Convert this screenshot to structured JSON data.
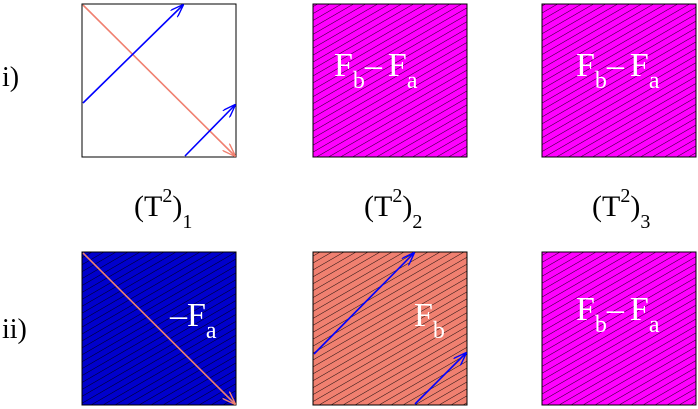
{
  "colors": {
    "blue": "#0000ff",
    "salmon": "#f08070",
    "magenta": "#ff00ff",
    "navy_fill": "#0000cc",
    "white_text": "#ffffff",
    "black": "#000000"
  },
  "rows": [
    {
      "label": "i)"
    },
    {
      "label": "ii)"
    }
  ],
  "tori": [
    {
      "base": "(T",
      "sup": "2",
      "close": ")",
      "sub": "1"
    },
    {
      "base": "(T",
      "sup": "2",
      "close": ")",
      "sub": "2"
    },
    {
      "base": "(T",
      "sup": "2",
      "close": ")",
      "sub": "3"
    }
  ],
  "panels": {
    "r1c1": {
      "fill": "white"
    },
    "r1c2": {
      "fill": "magenta",
      "label": {
        "a": "F",
        "a_sub": "b",
        "dash": "–",
        "b": "F",
        "b_sub": "a"
      }
    },
    "r1c3": {
      "fill": "magenta",
      "label": {
        "a": "F",
        "a_sub": "b",
        "dash": "–",
        "b": "F",
        "b_sub": "a"
      }
    },
    "r2c1": {
      "fill": "blue",
      "label": {
        "a": "–F",
        "a_sub": "a"
      }
    },
    "r2c2": {
      "fill": "salmon",
      "label": {
        "a": "F",
        "a_sub": "b"
      }
    },
    "r2c3": {
      "fill": "magenta",
      "label": {
        "a": "F",
        "a_sub": "b",
        "dash": "–",
        "b": "F",
        "b_sub": "a"
      }
    }
  }
}
